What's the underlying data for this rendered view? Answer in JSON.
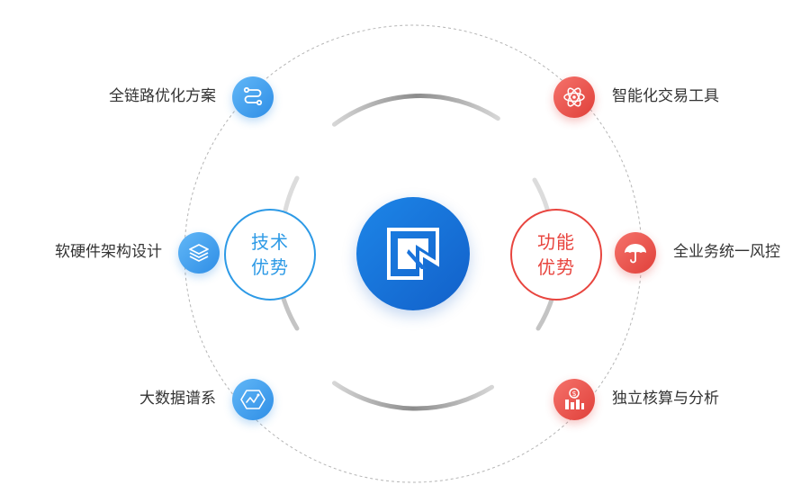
{
  "center": {
    "logo_icon": "r-logo-icon"
  },
  "tech": {
    "label_line1": "技术",
    "label_line2": "优势",
    "color": "#2d9ae6"
  },
  "function": {
    "label_line1": "功能",
    "label_line2": "优势",
    "color": "#e8453f"
  },
  "left_items": [
    {
      "label": "全链路优化方案",
      "icon": "route-icon"
    },
    {
      "label": "软硬件架构设计",
      "icon": "layers-icon"
    },
    {
      "label": "大数据谱系",
      "icon": "data-chart-icon"
    }
  ],
  "right_items": [
    {
      "label": "智能化交易工具",
      "icon": "atom-icon"
    },
    {
      "label": "全业务统一风控",
      "icon": "umbrella-icon"
    },
    {
      "label": "独立核算与分析",
      "icon": "money-chart-icon"
    }
  ]
}
